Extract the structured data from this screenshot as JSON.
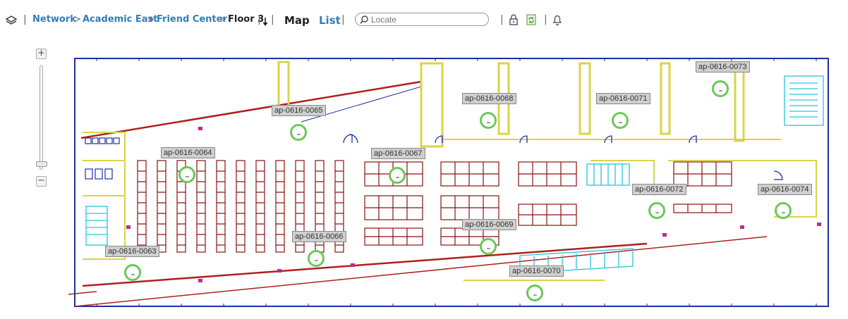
{
  "breadcrumb": {
    "items": [
      "Network",
      "Academic East",
      "Friend Center"
    ],
    "current": "Floor 3",
    "separator": ">"
  },
  "toolbar": {
    "divider": "|",
    "map_label": "Map",
    "list_label": "List",
    "search_placeholder": "Locate",
    "icons": [
      "layers-icon",
      "sort-down-icon",
      "search-icon",
      "lock-icon",
      "refresh-icon",
      "bell-icon"
    ]
  },
  "zoom": {
    "in_label": "+",
    "out_label": "−"
  },
  "access_points": [
    {
      "name": "ap-0616-0063"
    },
    {
      "name": "ap-0616-0064"
    },
    {
      "name": "ap-0616-0065"
    },
    {
      "name": "ap-0616-0066"
    },
    {
      "name": "ap-0616-0067"
    },
    {
      "name": "ap-0616-0068"
    },
    {
      "name": "ap-0616-0069"
    },
    {
      "name": "ap-0616-0070"
    },
    {
      "name": "ap-0616-0071"
    },
    {
      "name": "ap-0616-0072"
    },
    {
      "name": "ap-0616-0073"
    },
    {
      "name": "ap-0616-0074"
    }
  ],
  "colors": {
    "link": "#2f7fb8",
    "ap_ring": "#6cc85a",
    "wall": "#b21e1e",
    "room": "#e8e46a",
    "stair": "#27c7d6"
  }
}
